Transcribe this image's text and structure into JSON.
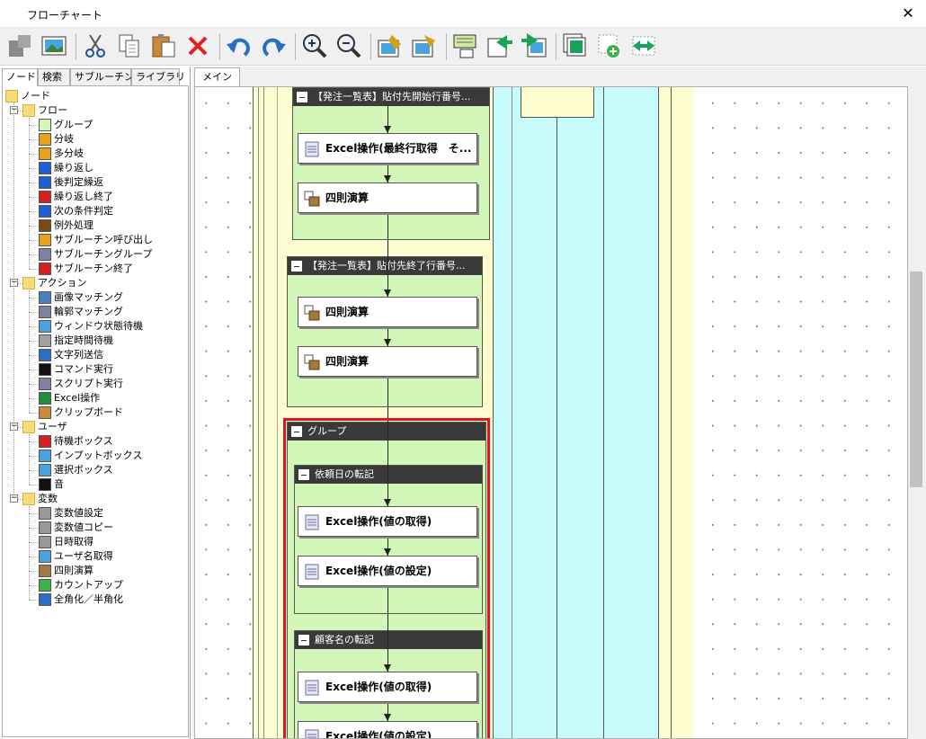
{
  "window": {
    "title": "フローチャート",
    "close_glyph": "✕"
  },
  "toolbar": {
    "icons": [
      "export-icon",
      "image-icon",
      "cut-icon",
      "copy-icon",
      "paste-icon",
      "delete-icon",
      "undo-icon",
      "redo-icon",
      "zoom-in-icon",
      "zoom-out-icon",
      "node-edit-icon",
      "node-property-icon",
      "comment-icon",
      "move-left-icon",
      "move-right-icon",
      "group-icon",
      "add-icon",
      "replace-icon"
    ]
  },
  "left_tabs": [
    "ノード",
    "検索",
    "サブルーチン",
    "ライブラリ"
  ],
  "tree": {
    "root": "ノード",
    "flow": {
      "label": "フロー",
      "items": [
        "グループ",
        "分岐",
        "多分岐",
        "繰り返し",
        "後判定繰返",
        "繰り返し終了",
        "次の条件判定",
        "例外処理",
        "サブルーチン呼び出し",
        "サブルーチングループ",
        "サブルーチン終了"
      ]
    },
    "action": {
      "label": "アクション",
      "items": [
        "画像マッチング",
        "輪郭マッチング",
        "ウィンドウ状態待機",
        "指定時間待機",
        "文字列送信",
        "コマンド実行",
        "スクリプト実行",
        "Excel操作",
        "クリップボード"
      ]
    },
    "user": {
      "label": "ユーザ",
      "items": [
        "待機ボックス",
        "インプットボックス",
        "選択ボックス",
        "音"
      ]
    },
    "variable": {
      "label": "変数",
      "items": [
        "変数値設定",
        "変数値コピー",
        "日時取得",
        "ユーザ名取得",
        "四則演算",
        "カウントアップ",
        "全角化／半角化"
      ]
    }
  },
  "main_tab": "メイン",
  "flowchart": {
    "group1": {
      "title": "【発注一覧表】貼付先開始行番号...",
      "actions": [
        "Excel操作(最終行取得　そ...",
        "四則演算"
      ]
    },
    "group2": {
      "title": "【発注一覧表】貼付先終了行番号...",
      "actions": [
        "四則演算",
        "四則演算"
      ]
    },
    "outer_group": {
      "title": "グループ"
    },
    "group3": {
      "title": "依頼日の転記",
      "actions": [
        "Excel操作(値の取得)",
        "Excel操作(値の設定)"
      ]
    },
    "group4": {
      "title": "顧客名の転記",
      "actions": [
        "Excel操作(値の取得)",
        "Excel操作(値の設定)"
      ]
    }
  },
  "colors": {
    "group_bg": "#d3f7b8",
    "lane_yellow": "#fdfdd0",
    "lane_cyan": "#c8fbfb",
    "highlight": "#e0141e"
  }
}
